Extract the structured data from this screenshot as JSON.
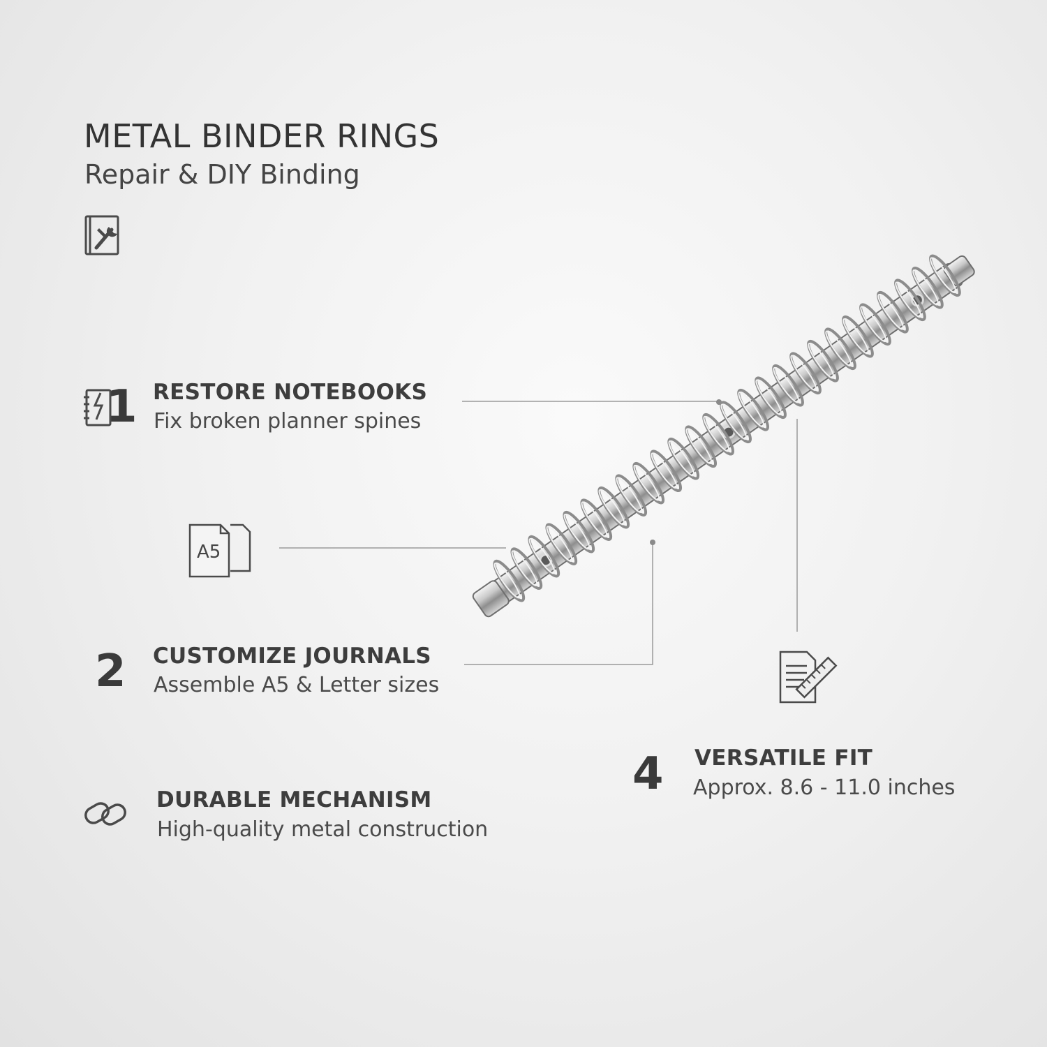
{
  "header": {
    "title": "METAL BINDER RINGS",
    "subtitle": "Repair & DIY Binding",
    "icon": "repair-tool-icon"
  },
  "features": [
    {
      "number": "1",
      "title": "RESTORE NOTEBOOKS",
      "description": "Fix broken planner spines",
      "icon": "broken-spine-icon"
    },
    {
      "number": "2",
      "title": "CUSTOMIZE JOURNALS",
      "description": "Assemble A5 & Letter sizes",
      "icon": ""
    },
    {
      "number": "",
      "title": "DURABLE MECHANISM",
      "description": "High-quality metal construction",
      "icon": "chain-link-icon"
    },
    {
      "number": "4",
      "title": "VERSATILE FIT",
      "description": "Approx. 8.6 - 11.0 inches",
      "icon": "document-ruler-icon"
    }
  ],
  "paper_size_icon": {
    "label": "A5",
    "icon": "paper-size-icon"
  },
  "product": {
    "icon": "binder-ring-mechanism"
  },
  "colors": {
    "background": "#f1f1f1",
    "text": "#3a3a3a",
    "line": "#9a9a9a",
    "metal": "#c8c8c8"
  }
}
